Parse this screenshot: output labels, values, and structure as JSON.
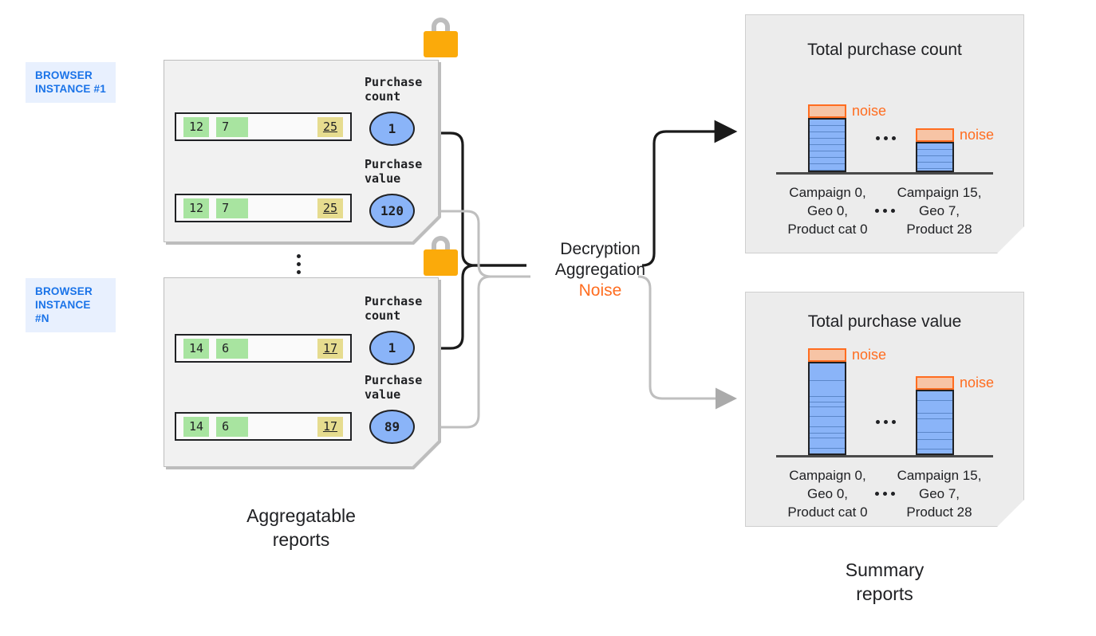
{
  "browser_instances": [
    {
      "tag": "BROWSER\nINSTANCE #1",
      "rows": [
        {
          "cells": [
            "12",
            "7"
          ],
          "value": "25"
        },
        {
          "cells": [
            "12",
            "7"
          ],
          "value": "25"
        }
      ],
      "metrics": [
        {
          "label": "Purchase\ncount",
          "value": "1"
        },
        {
          "label": "Purchase\nvalue",
          "value": "120"
        }
      ],
      "lock": "padlock-icon"
    },
    {
      "tag": "BROWSER\nINSTANCE #N",
      "rows": [
        {
          "cells": [
            "14",
            "6"
          ],
          "value": "17"
        },
        {
          "cells": [
            "14",
            "6"
          ],
          "value": "17"
        }
      ],
      "metrics": [
        {
          "label": "Purchase\ncount",
          "value": "1"
        },
        {
          "label": "Purchase\nvalue",
          "value": "89"
        }
      ],
      "lock": "padlock-icon"
    }
  ],
  "left_caption": "Aggregatable\nreports",
  "right_caption": "Summary\nreports",
  "process": {
    "line1": "Decryption",
    "line2": "Aggregation",
    "line3": "Noise"
  },
  "colors": {
    "accent_blue": "#1a73e8",
    "bar_blue": "#8ab4f8",
    "noise_orange": "#ff6d20",
    "noise_fill": "#f7c4a5",
    "lock_orange": "#fbaa0a",
    "cell_green": "#a8e4a0",
    "cell_yellow": "#e6dc8f",
    "panel_gray": "#ececec"
  },
  "chart_data": [
    {
      "type": "bar",
      "title": "Total purchase count",
      "categories": [
        "Campaign 0,\nGeo 0,\nProduct cat 0",
        "Campaign 15,\nGeo 7,\nProduct 28"
      ],
      "values": [
        9,
        5
      ],
      "noise": [
        1,
        1
      ],
      "segments": [
        9,
        5
      ],
      "noise_label": "noise",
      "ellipsis": "...",
      "xlabel": "",
      "ylabel": "",
      "ylim": [
        0,
        12
      ],
      "grid": false,
      "legend": "none"
    },
    {
      "type": "bar",
      "title": "Total purchase value",
      "categories": [
        "Campaign 0,\nGeo 0,\nProduct cat 0",
        "Campaign 15,\nGeo 7,\nProduct 28"
      ],
      "values": [
        10,
        7
      ],
      "noise": [
        1,
        1
      ],
      "segments": [
        10,
        7
      ],
      "noise_label": "noise",
      "ellipsis": "...",
      "xlabel": "",
      "ylabel": "",
      "ylim": [
        0,
        12
      ],
      "grid": false,
      "legend": "none"
    }
  ]
}
